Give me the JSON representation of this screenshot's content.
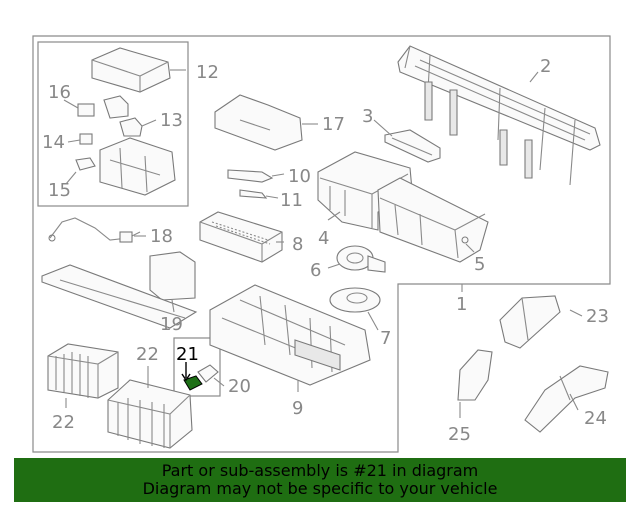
{
  "diagram": {
    "callouts": {
      "c1": "1",
      "c2": "2",
      "c3": "3",
      "c4": "4",
      "c5": "5",
      "c6": "6",
      "c7": "7",
      "c8": "8",
      "c9": "9",
      "c10": "10",
      "c11": "11",
      "c12": "12",
      "c13": "13",
      "c14": "14",
      "c15": "15",
      "c16": "16",
      "c17": "17",
      "c18": "18",
      "c19": "19",
      "c20": "20",
      "c21": "21",
      "c22a": "22",
      "c22b": "22",
      "c23": "23",
      "c24": "24",
      "c25": "25"
    },
    "highlighted_part": "21"
  },
  "banner": {
    "line1": "Part or sub-assembly is #21 in diagram",
    "line2": "Diagram may not be specific to your vehicle"
  },
  "colors": {
    "banner_bg": "#1f6e12",
    "callout_text": "#888888",
    "highlight": "#000000"
  }
}
